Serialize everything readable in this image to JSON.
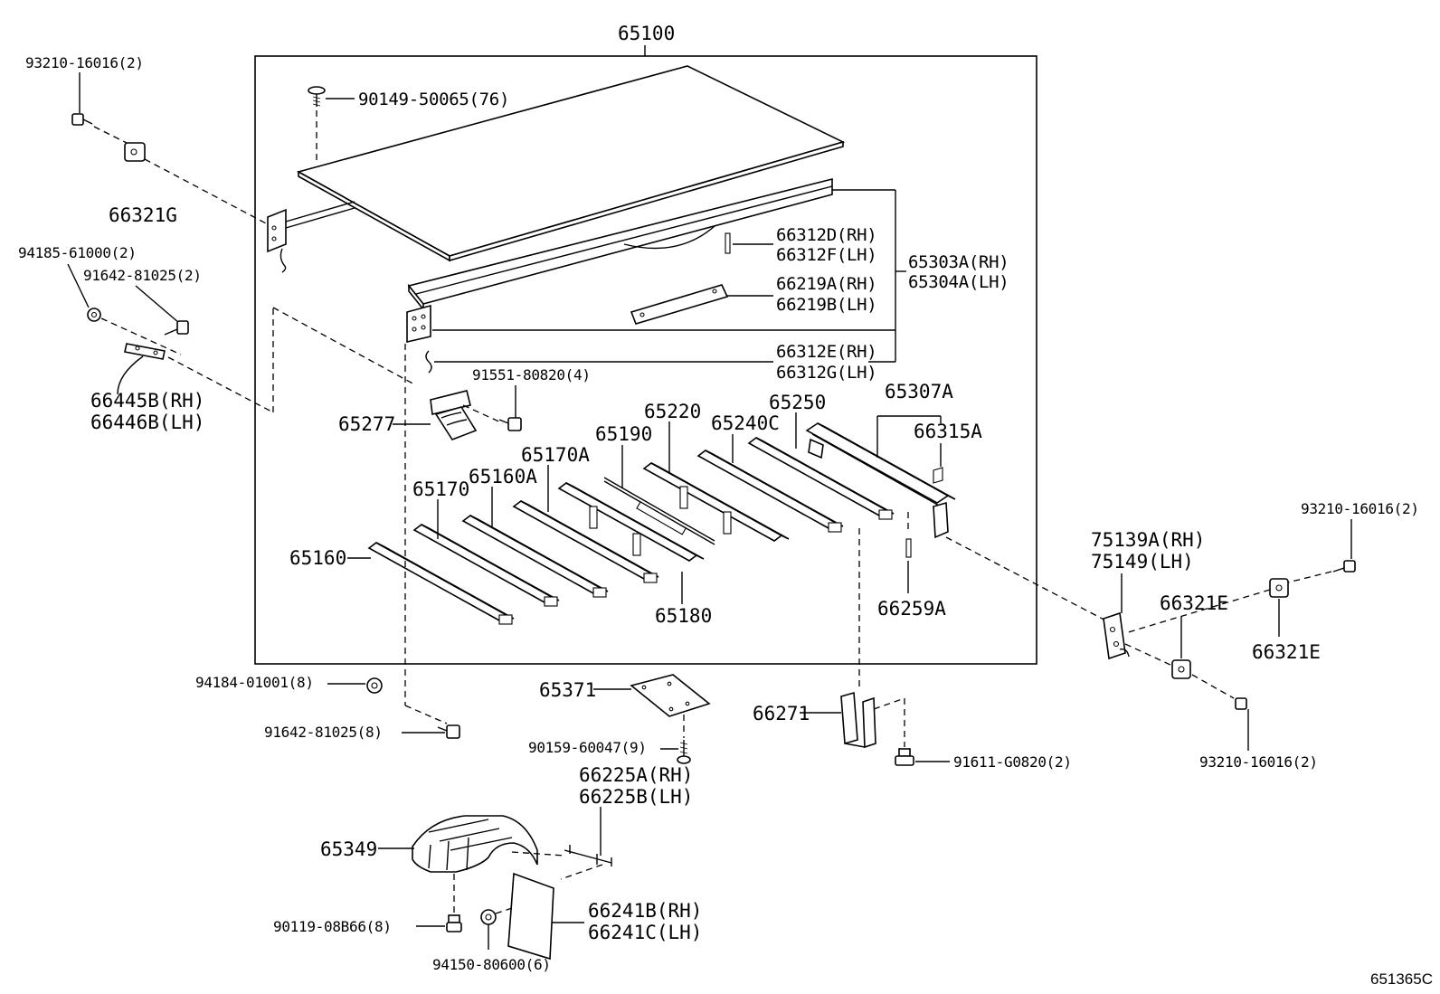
{
  "diagram": {
    "assembly_label": "65100",
    "catalog_code": "651365C",
    "labels": {
      "l_93210_tl": "93210-16016(2)",
      "l_66321G": "66321G",
      "l_90149": "90149-50065(76)",
      "l_94185": "94185-61000(2)",
      "l_91642_a": "91642-81025(2)",
      "l_66445B": "66445B(RH)",
      "l_66446B": "66446B(LH)",
      "l_66312D": "66312D(RH)",
      "l_66312F": "66312F(LH)",
      "l_65303A": "65303A(RH)",
      "l_65304A": "65304A(LH)",
      "l_66219A": "66219A(RH)",
      "l_66219B": "66219B(LH)",
      "l_66312E": "66312E(RH)",
      "l_66312G": "66312G(LH)",
      "l_91551": "91551-80820(4)",
      "l_65277": "65277",
      "l_65307A": "65307A",
      "l_66315A": "66315A",
      "l_65220": "65220",
      "l_65250": "65250",
      "l_65190": "65190",
      "l_65240C": "65240C",
      "l_65170A": "65170A",
      "l_65160A": "65160A",
      "l_65170": "65170",
      "l_65160": "65160",
      "l_65180": "65180",
      "l_66259A": "66259A",
      "l_93210_r1": "93210-16016(2)",
      "l_75139A": "75139A(RH)",
      "l_75149": "75149(LH)",
      "l_66321E_a": "66321E",
      "l_66321E_b": "66321E",
      "l_93210_r2": "93210-16016(2)",
      "l_94184": "94184-01001(8)",
      "l_91642_b": "91642-81025(8)",
      "l_65371": "65371",
      "l_90159": "90159-60047(9)",
      "l_66271": "66271",
      "l_91611": "91611-G0820(2)",
      "l_66225A": "66225A(RH)",
      "l_66225B": "66225B(LH)",
      "l_65349": "65349",
      "l_66241B": "66241B(RH)",
      "l_66241C": "66241C(LH)",
      "l_90119": "90119-08B66(8)",
      "l_94150": "94150-80600(6)"
    }
  }
}
